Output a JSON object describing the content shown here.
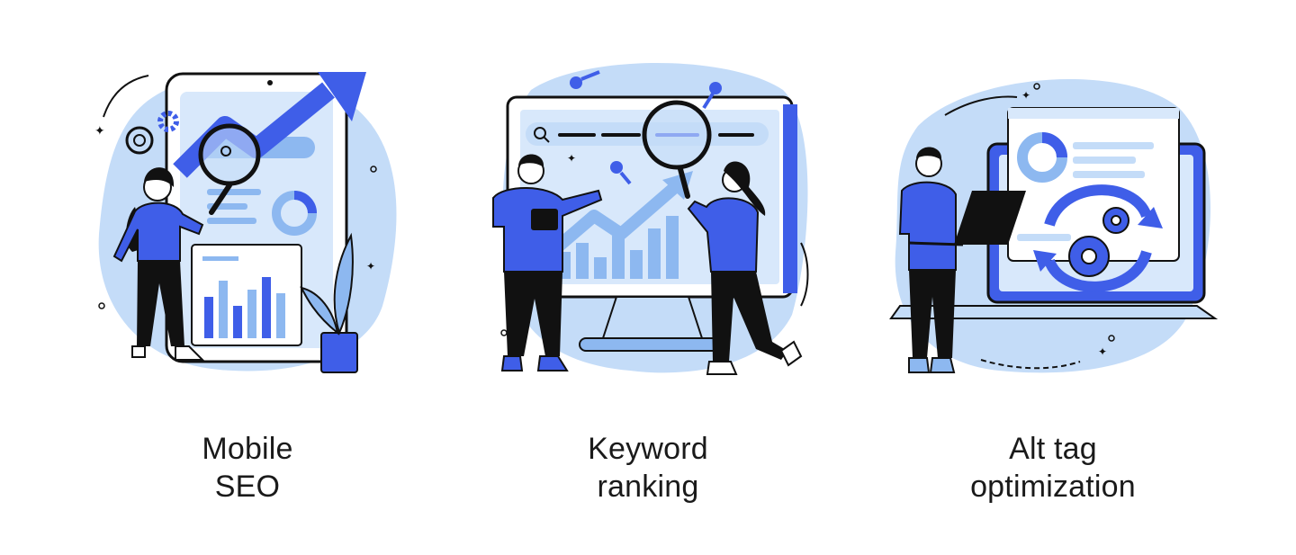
{
  "colors": {
    "blue": "#3f5ee8",
    "light_blue": "#c4dcf8",
    "mid_blue": "#8db8f0",
    "ink": "#111111",
    "white": "#ffffff"
  },
  "cards": [
    {
      "caption_line1": "Mobile",
      "caption_line2": "SEO",
      "icon": "mobile-seo-illustration"
    },
    {
      "caption_line1": "Keyword",
      "caption_line2": "ranking",
      "icon": "keyword-ranking-illustration"
    },
    {
      "caption_line1": "Alt tag",
      "caption_line2": "optimization",
      "icon": "alt-tag-optimization-illustration"
    }
  ]
}
